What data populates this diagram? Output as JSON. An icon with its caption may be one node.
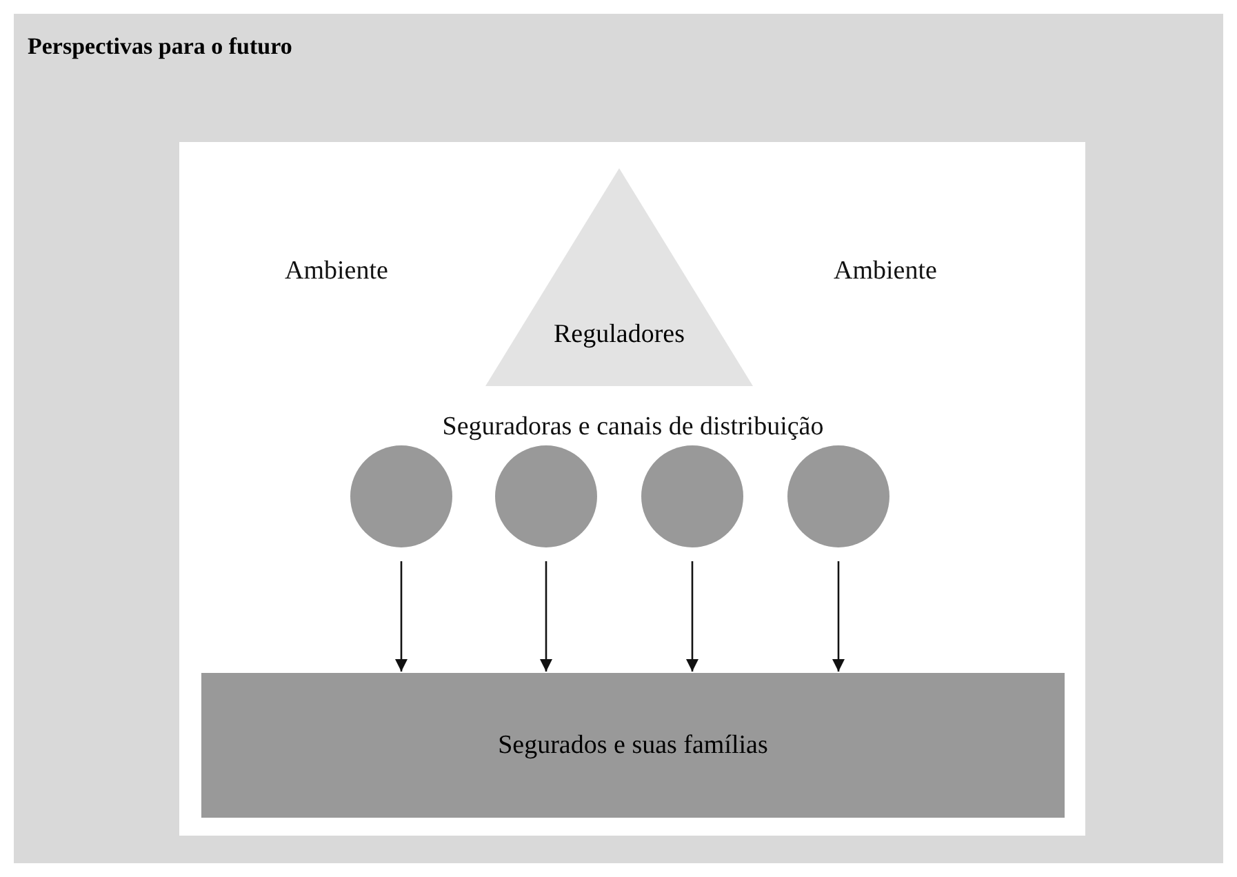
{
  "diagram": {
    "nodes": [
      {
        "text": [
          "Perspectivas para o futuro"
        ]
      },
      {
        "text": [],
        "shape": "box",
        "in": 0
      },
      {
        "text": [
          "Reguladores"
        ],
        "in": 1
      },
      {
        "text": [],
        "shape": "circle",
        "in": 1
      },
      {
        "text": [],
        "shape": "circle",
        "in": 1
      },
      {
        "text": [],
        "shape": "circle",
        "in": 1
      },
      {
        "text": [],
        "shape": "circle",
        "in": 1
      },
      {
        "text": [
          "Segurados e suas famílias"
        ],
        "in": 1
      }
    ],
    "edges": [
      {
        "from": 3,
        "to": 7,
        "arrow": "to"
      },
      {
        "from": 4,
        "to": 7,
        "arrow": "to"
      },
      {
        "from": 5,
        "to": 7,
        "arrow": "to"
      },
      {
        "from": 6,
        "to": 7,
        "arrow": "to"
      }
    ],
    "labels": [
      "Ambiente",
      "Ambiente",
      "Seguradoras e canais de distribuição"
    ]
  }
}
